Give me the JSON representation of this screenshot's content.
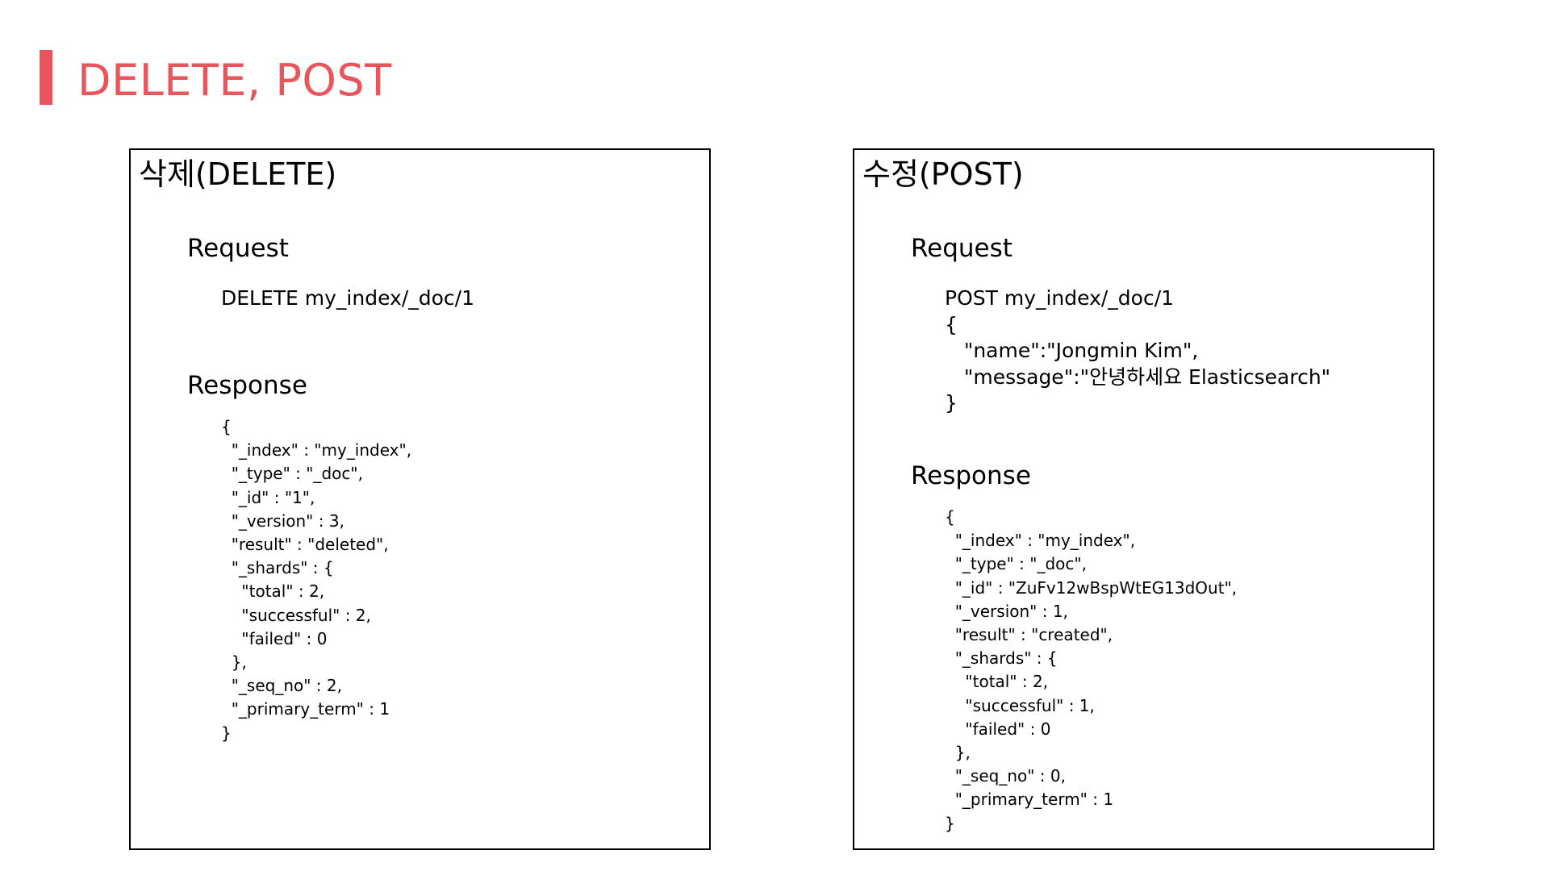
{
  "slide": {
    "title": "DELETE, POST",
    "accent_color": "#e8565b"
  },
  "panels": {
    "delete": {
      "title": "삭제(DELETE)",
      "request_label": "Request",
      "request_lines": [
        "DELETE my_index/_doc/1"
      ],
      "response_label": "Response",
      "response_lines": [
        "{",
        "  \"_index\" : \"my_index\",",
        "  \"_type\" : \"_doc\",",
        "  \"_id\" : \"1\",",
        "  \"_version\" : 3,",
        "  \"result\" : \"deleted\",",
        "  \"_shards\" : {",
        "    \"total\" : 2,",
        "    \"successful\" : 2,",
        "    \"failed\" : 0",
        "  },",
        "  \"_seq_no\" : 2,",
        "  \"_primary_term\" : 1",
        "}"
      ]
    },
    "post": {
      "title": "수정(POST)",
      "request_label": "Request",
      "request_lines": [
        "POST my_index/_doc/1",
        "{",
        "   \"name\":\"Jongmin Kim\",",
        "   \"message\":\"안녕하세요 Elasticsearch\"",
        "}"
      ],
      "response_label": "Response",
      "response_lines": [
        "{",
        "  \"_index\" : \"my_index\",",
        "  \"_type\" : \"_doc\",",
        "  \"_id\" : \"ZuFv12wBspWtEG13dOut\",",
        "  \"_version\" : 1,",
        "  \"result\" : \"created\",",
        "  \"_shards\" : {",
        "    \"total\" : 2,",
        "    \"successful\" : 1,",
        "    \"failed\" : 0",
        "  },",
        "  \"_seq_no\" : 0,",
        "  \"_primary_term\" : 1",
        "}"
      ]
    }
  }
}
